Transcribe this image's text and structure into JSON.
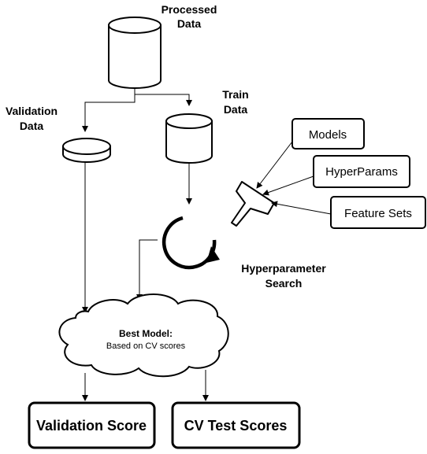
{
  "nodes": {
    "processed_data": {
      "line1": "Processed",
      "line2": "Data"
    },
    "validation_data": {
      "line1": "Validation",
      "line2": "Data"
    },
    "train_data": {
      "line1": "Train",
      "line2": "Data"
    },
    "models": {
      "label": "Models"
    },
    "hyperparams": {
      "label": "HyperParams"
    },
    "feature_sets": {
      "label": "Feature Sets"
    },
    "hyperparameter_search": {
      "line1": "Hyperparameter",
      "line2": "Search"
    },
    "best_model": {
      "title": "Best Model:",
      "subtitle": "Based on CV scores"
    },
    "validation_score": {
      "label": "Validation Score"
    },
    "cv_test_scores": {
      "label": "CV Test Scores"
    }
  },
  "colors": {
    "stroke": "#000000",
    "fill": "#ffffff"
  }
}
